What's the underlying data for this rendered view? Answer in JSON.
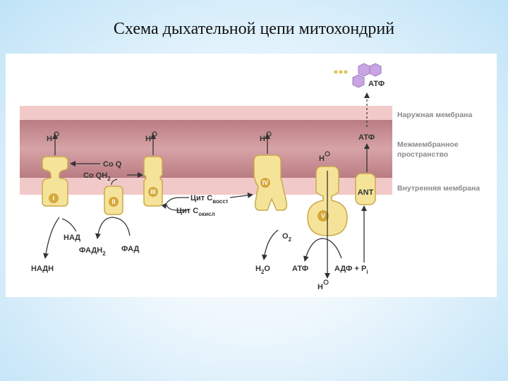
{
  "title": "Схема дыхательной цепи митохондрий",
  "legend": {
    "outer": "Наружная мембрана",
    "inter_1": "Межмембранное",
    "inter_2": "пространство",
    "inner": "Внутренняя мембрана"
  },
  "complexes": {
    "c1": "I",
    "c2": "II",
    "c3": "III",
    "c4": "IV",
    "c5": "V",
    "ant": "ANT"
  },
  "labels": {
    "coq": "Co Q",
    "coqh2": "Co QH",
    "coqh2_sub": "2",
    "cyt_red": "Цит C",
    "cyt_red_sub": "восст",
    "cyt_ox": "Цит C",
    "cyt_ox_sub": "окисл",
    "nad": "НАД",
    "nadh": "НАДН",
    "fadh2": "ФАДН",
    "fadh2_sub": "2",
    "fad": "ФАД",
    "o2": "O",
    "o2_sub": "2",
    "h2o_a": "H",
    "h2o_sub": "2",
    "h2o_b": "O",
    "atp_bottom": "АТФ",
    "adp_pi": "АДФ + P",
    "pi_sub": "i",
    "h_plus": "H",
    "atp_ant": "АТФ",
    "atp_top": "АТФ"
  },
  "colors": {
    "outer_membrane": "#f2c9c9",
    "inter_space": "#c98f93",
    "inner_membrane": "#f2c9c9",
    "complex_fill": "#f6e39a",
    "complex_stroke": "#c9a94a",
    "badge": "#d4a83a",
    "atp_hex": "#c9a6e3"
  }
}
